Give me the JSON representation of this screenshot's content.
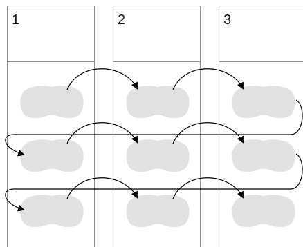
{
  "columns": [
    {
      "label": "1"
    },
    {
      "label": "2"
    },
    {
      "label": "3"
    }
  ],
  "grid": {
    "rows": 3,
    "columns": 3
  },
  "colors": {
    "border": "#8c8c8c",
    "slice": "#e2e2e2",
    "arrow": "#000000"
  }
}
